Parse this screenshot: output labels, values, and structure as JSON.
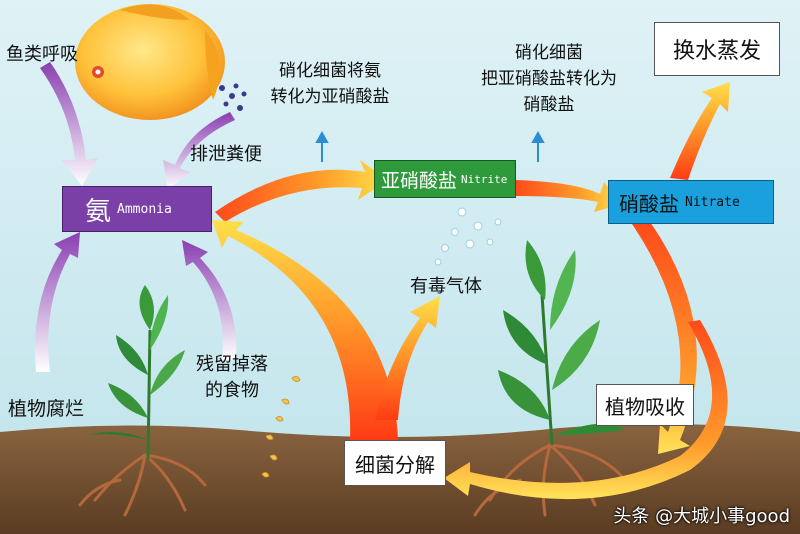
{
  "colors": {
    "ammonia": "#7b3fa8",
    "nitrite": "#2e9a3c",
    "nitrate": "#1aa0dd",
    "arrow_warm": "#f25a1a",
    "arrow_gold": "#ffd23a",
    "soil": "#6b4a2e"
  },
  "boxes": {
    "ammonia": {
      "cn": "氨",
      "en": "Ammonia"
    },
    "nitrite": {
      "cn": "亚硝酸盐",
      "en": "Nitrite"
    },
    "nitrate": {
      "cn": "硝酸盐",
      "en": "Nitrate"
    }
  },
  "labels": {
    "fish_breath": "鱼类呼吸",
    "excretion": "排泄粪便",
    "bacteria1_line1": "硝化细菌将氨",
    "bacteria1_line2": "转化为亚硝酸盐",
    "bacteria2_line1": "硝化细菌",
    "bacteria2_line2": "把亚硝酸盐转化为",
    "bacteria2_line3": "硝酸盐",
    "water_change": "换水蒸发",
    "toxic_gas": "有毒气体",
    "plant_decay": "植物腐烂",
    "leftover_food_line1": "残留掉落",
    "leftover_food_line2": "的食物",
    "plant_absorb": "植物吸收",
    "decompose": "细菌分解"
  },
  "icons": [
    "fish-icon",
    "droppings-icon",
    "bubble-icon",
    "plant-icon",
    "food-flake-icon",
    "roots-icon"
  ],
  "watermark": "头条 @大城小事good"
}
